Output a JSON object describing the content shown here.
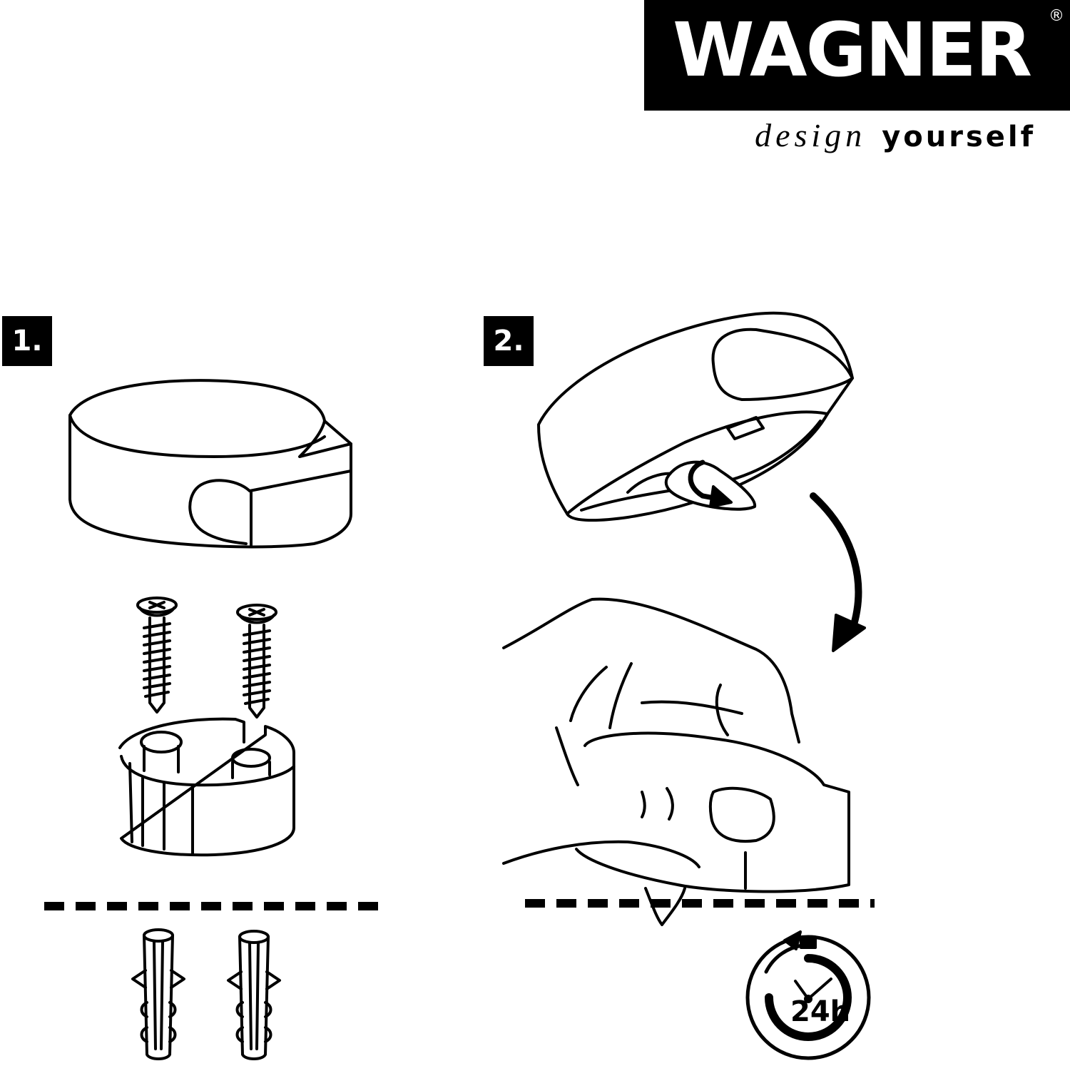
{
  "logo": {
    "brand": "WAGNER",
    "registered": "®"
  },
  "tagline": {
    "part1": "design",
    "part2": "yourself"
  },
  "steps": [
    {
      "label": "1."
    },
    {
      "label": "2."
    }
  ],
  "timer": {
    "label": "24h"
  },
  "icons": [
    "screw-icon",
    "wall-plug-icon",
    "mounting-base-icon",
    "holder-icon",
    "hand-icon",
    "peel-film-arrow-icon",
    "curved-arrow-icon",
    "clock-24h-icon"
  ]
}
